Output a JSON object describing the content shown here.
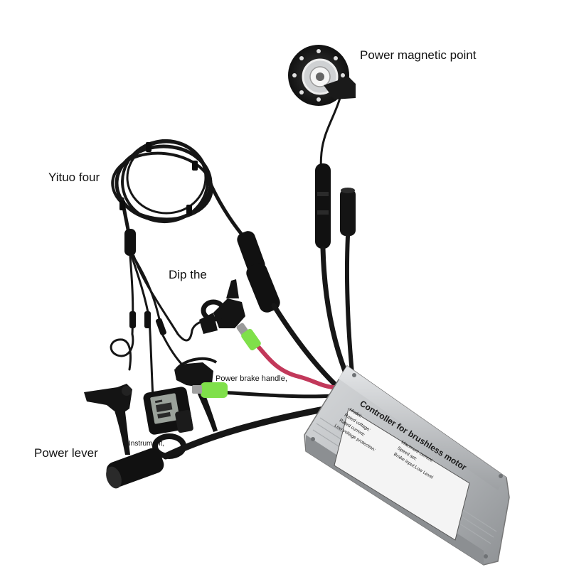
{
  "labels": {
    "power_magnetic_point": "Power magnetic point",
    "yituo_four": "Yituo four",
    "dip_the": "Dip the",
    "power_brake_handle": "Power brake handle,",
    "instrument": "Instrument,",
    "power_lever": "Power lever"
  },
  "controller_plate": {
    "title": "Controller for brushless motor",
    "line1_left": "Model:",
    "line1_right": "Maximum current:",
    "line2_left": "Rated voltage:",
    "line2_right": "Speed set:",
    "line3_left": "Rated current:",
    "line3_right": "Brake input:Low Level",
    "line4_left": "Low voltage protection:"
  },
  "colors": {
    "background": "#ffffff",
    "cable": "#161616",
    "controller_body": "#b9bcbf",
    "green_connector": "#7fe04a",
    "red_wire": "#c2385a"
  }
}
